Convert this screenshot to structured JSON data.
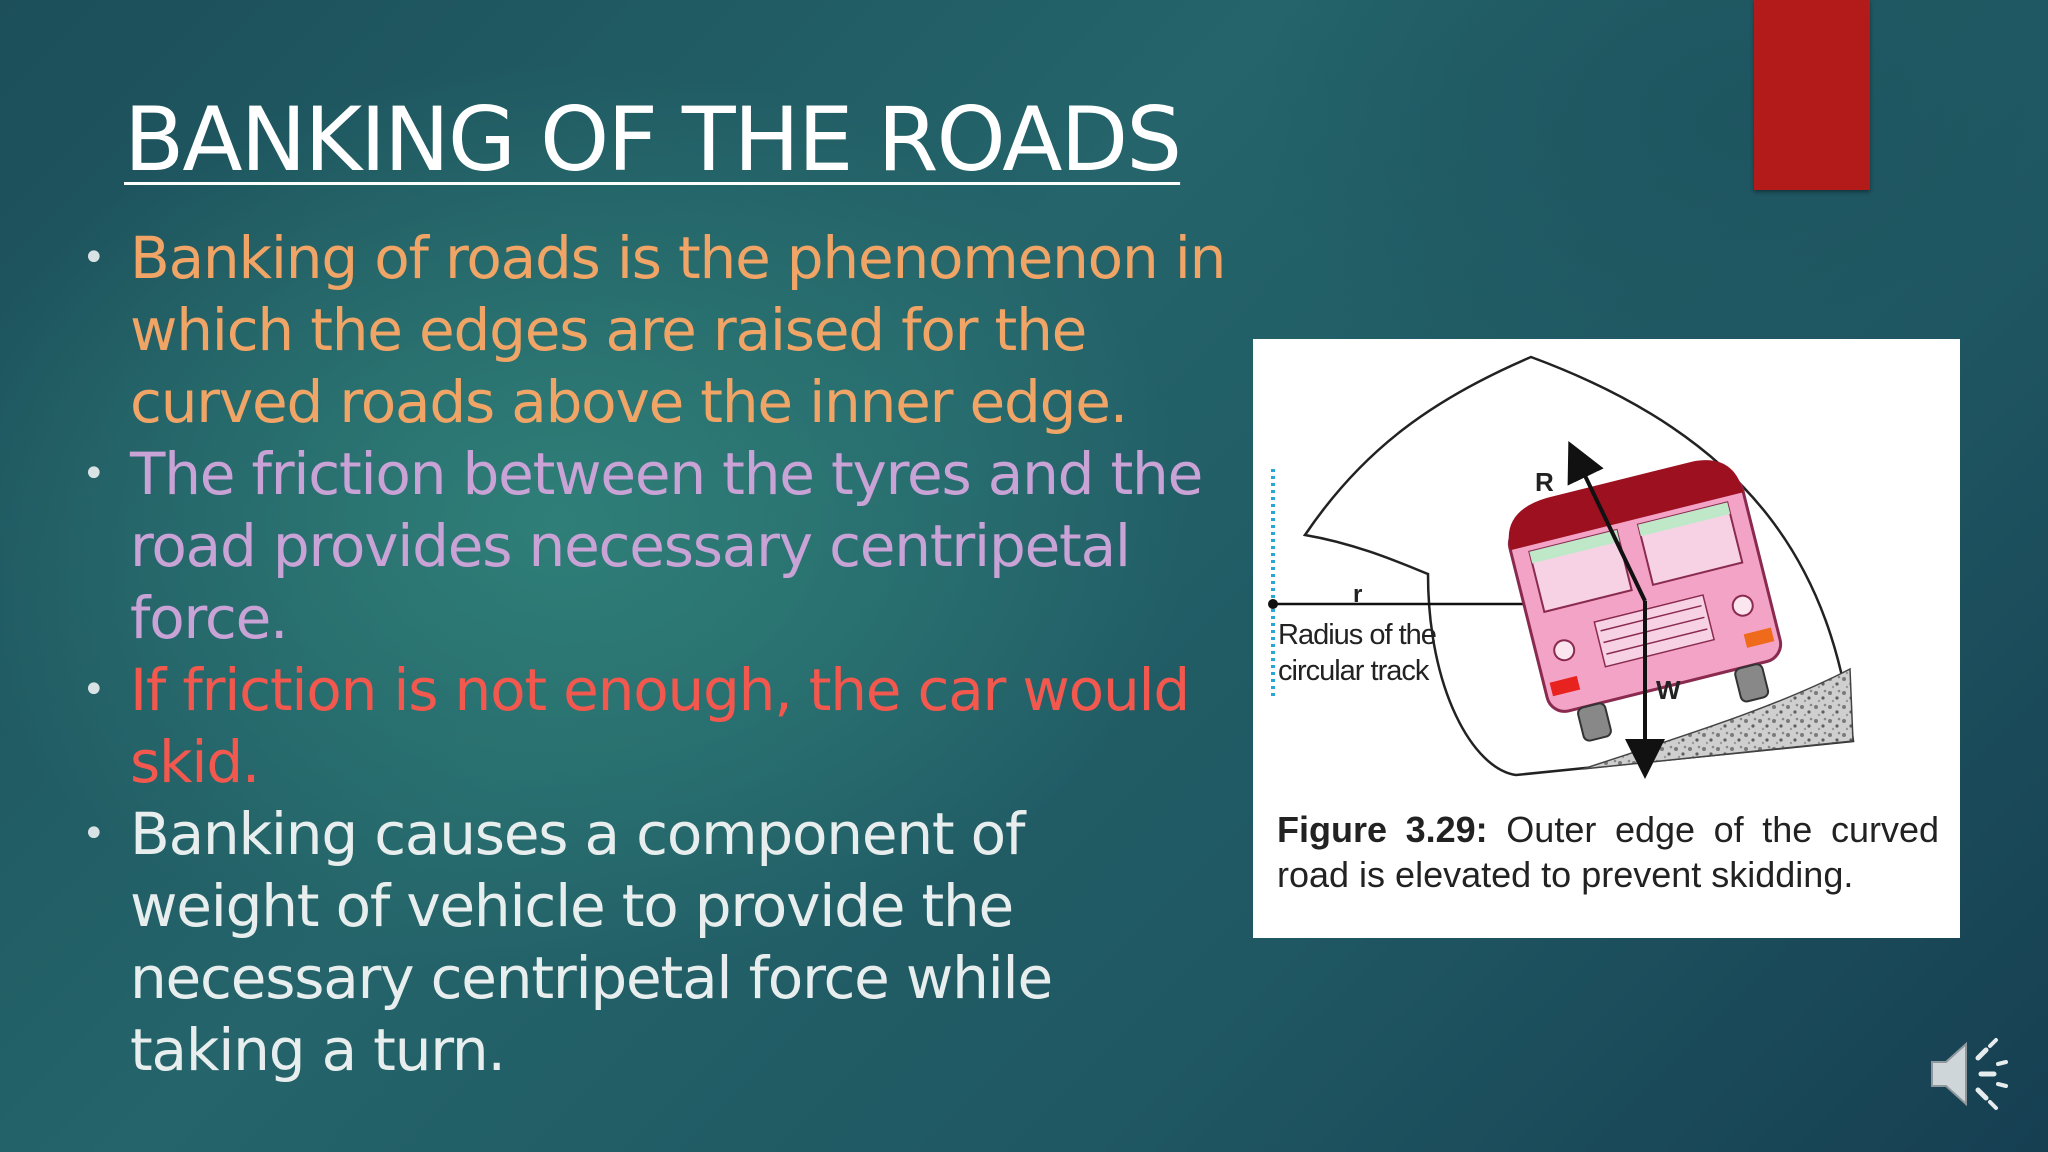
{
  "slide": {
    "title": "BANKING OF THE ROADS",
    "accent_color": "#b31a1a"
  },
  "bullets": [
    {
      "text": "Banking of roads is the phenomenon in which the edges are raised for the curved roads above the inner edge.",
      "color": "#f0a466"
    },
    {
      "text": "The friction between the tyres and the road provides necessary centripetal force.",
      "color": "#c9a2d6"
    },
    {
      "text": "If friction is not enough, the car would skid.",
      "color": "#f2584e"
    },
    {
      "text": "Banking causes a component of weight of vehicle to provide the necessary centripetal force while taking a turn.",
      "color": "#e8eeee"
    }
  ],
  "figure": {
    "label_R": "R",
    "label_r": "r",
    "label_W": "W",
    "radius_label_line1": "Radius of the",
    "radius_label_line2": "circular track",
    "caption_bold": "Figure 3.29:",
    "caption_text": " Outer edge of the curved road is elevated to prevent skidding."
  },
  "audio_icon": "speaker-icon"
}
